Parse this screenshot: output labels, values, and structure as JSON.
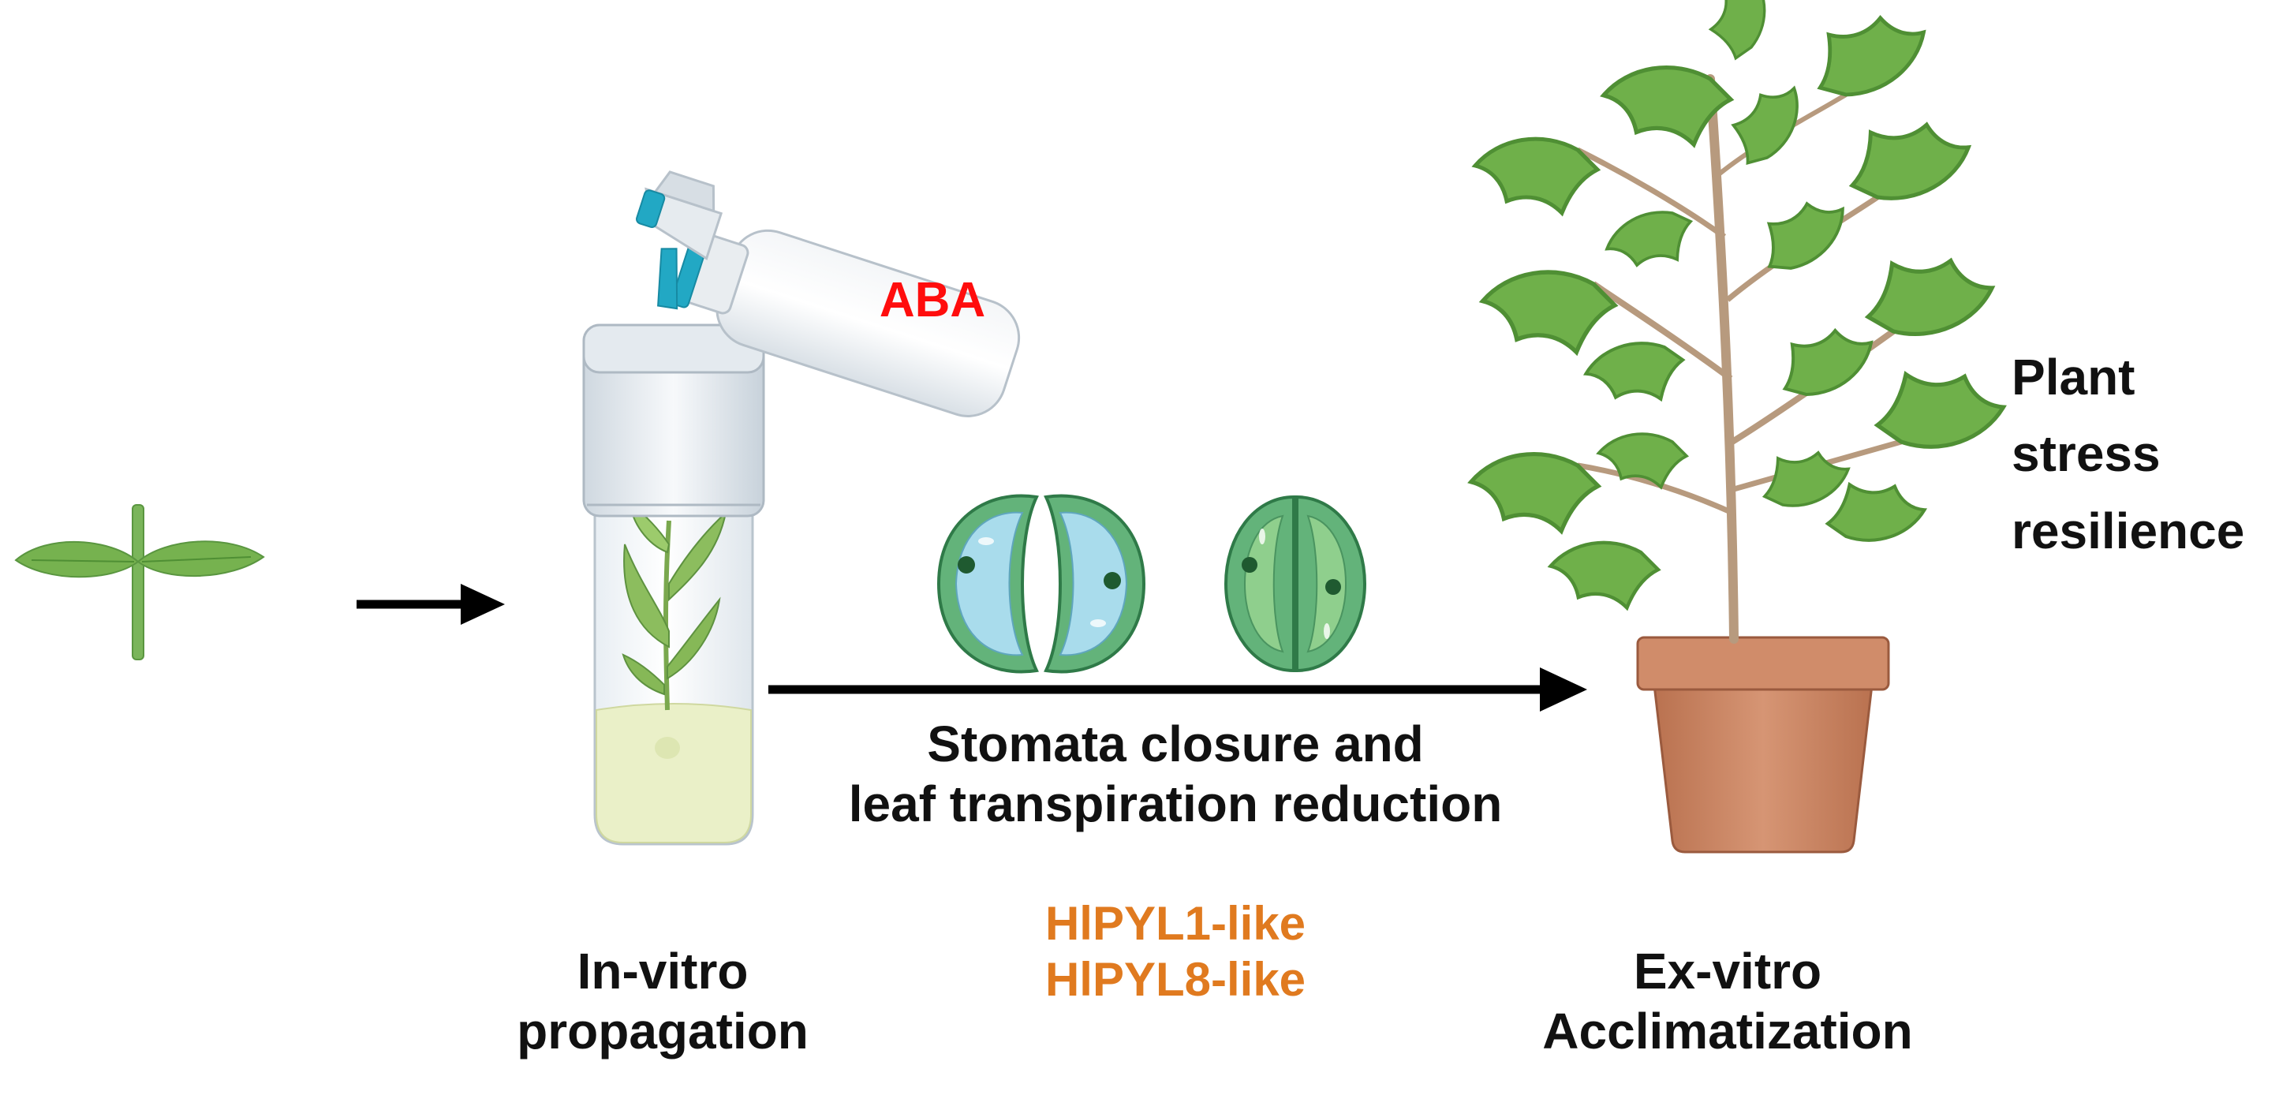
{
  "labels": {
    "aba": "ABA",
    "stomata_line1": "Stomata closure and",
    "stomata_line2": "leaf transpiration reduction",
    "gene1": "HlPYL1-like",
    "gene2": "HlPYL8-like",
    "invitro_line1": "In-vitro",
    "invitro_line2": "propagation",
    "exvitro_line1": "Ex-vitro",
    "exvitro_line2": "Acclimatization",
    "resilience_line1": "Plant",
    "resilience_line2": "stress",
    "resilience_line3": "resilience"
  },
  "icons": [
    "seedling-icon",
    "culture-tube-icon",
    "spray-bottle-icon",
    "open-stoma-icon",
    "closed-stoma-icon",
    "potted-plant-icon"
  ],
  "colors": {
    "aba_text": "#ff0d0d",
    "gene_text": "#e07a1f",
    "leaf_green": "#6fb04a",
    "pot_terracotta": "#c98662",
    "arrow": "#000000"
  }
}
